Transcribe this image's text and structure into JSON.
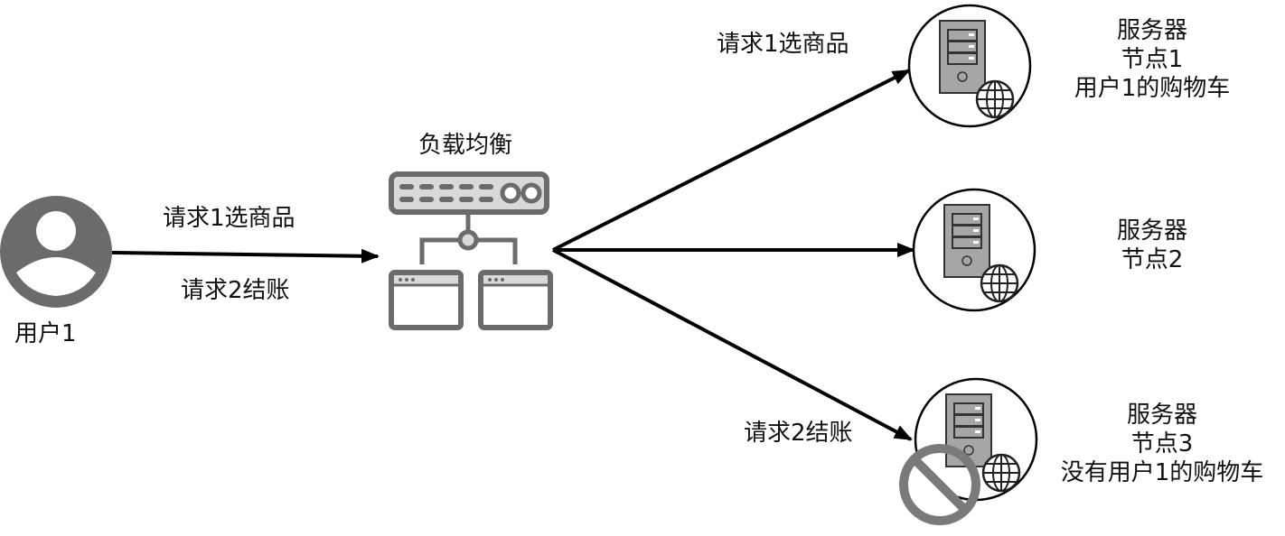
{
  "user": {
    "label": "用户1"
  },
  "client_edge": {
    "labels": [
      "请求1选商品",
      "请求2结账"
    ]
  },
  "load_balancer": {
    "label": "负载均衡"
  },
  "edges": [
    {
      "to": "server-node-1",
      "label": "请求1选商品"
    },
    {
      "to": "server-node-2",
      "label": ""
    },
    {
      "to": "server-node-3",
      "label": "请求2结账"
    }
  ],
  "servers": [
    {
      "id": "server-node-1",
      "lines": [
        "服务器",
        "节点1",
        "用户1的购物车"
      ],
      "blocked": false
    },
    {
      "id": "server-node-2",
      "lines": [
        "服务器",
        "节点2"
      ],
      "blocked": false
    },
    {
      "id": "server-node-3",
      "lines": [
        "服务器",
        "节点3",
        "没有用户1的购物车"
      ],
      "blocked": true
    }
  ],
  "colors": {
    "icon_gray": "#6b6b6b",
    "icon_light": "#d9d9d9",
    "tower_fill": "#a6a6a6",
    "prohibit": "#7a7a7a",
    "line": "#000000"
  }
}
